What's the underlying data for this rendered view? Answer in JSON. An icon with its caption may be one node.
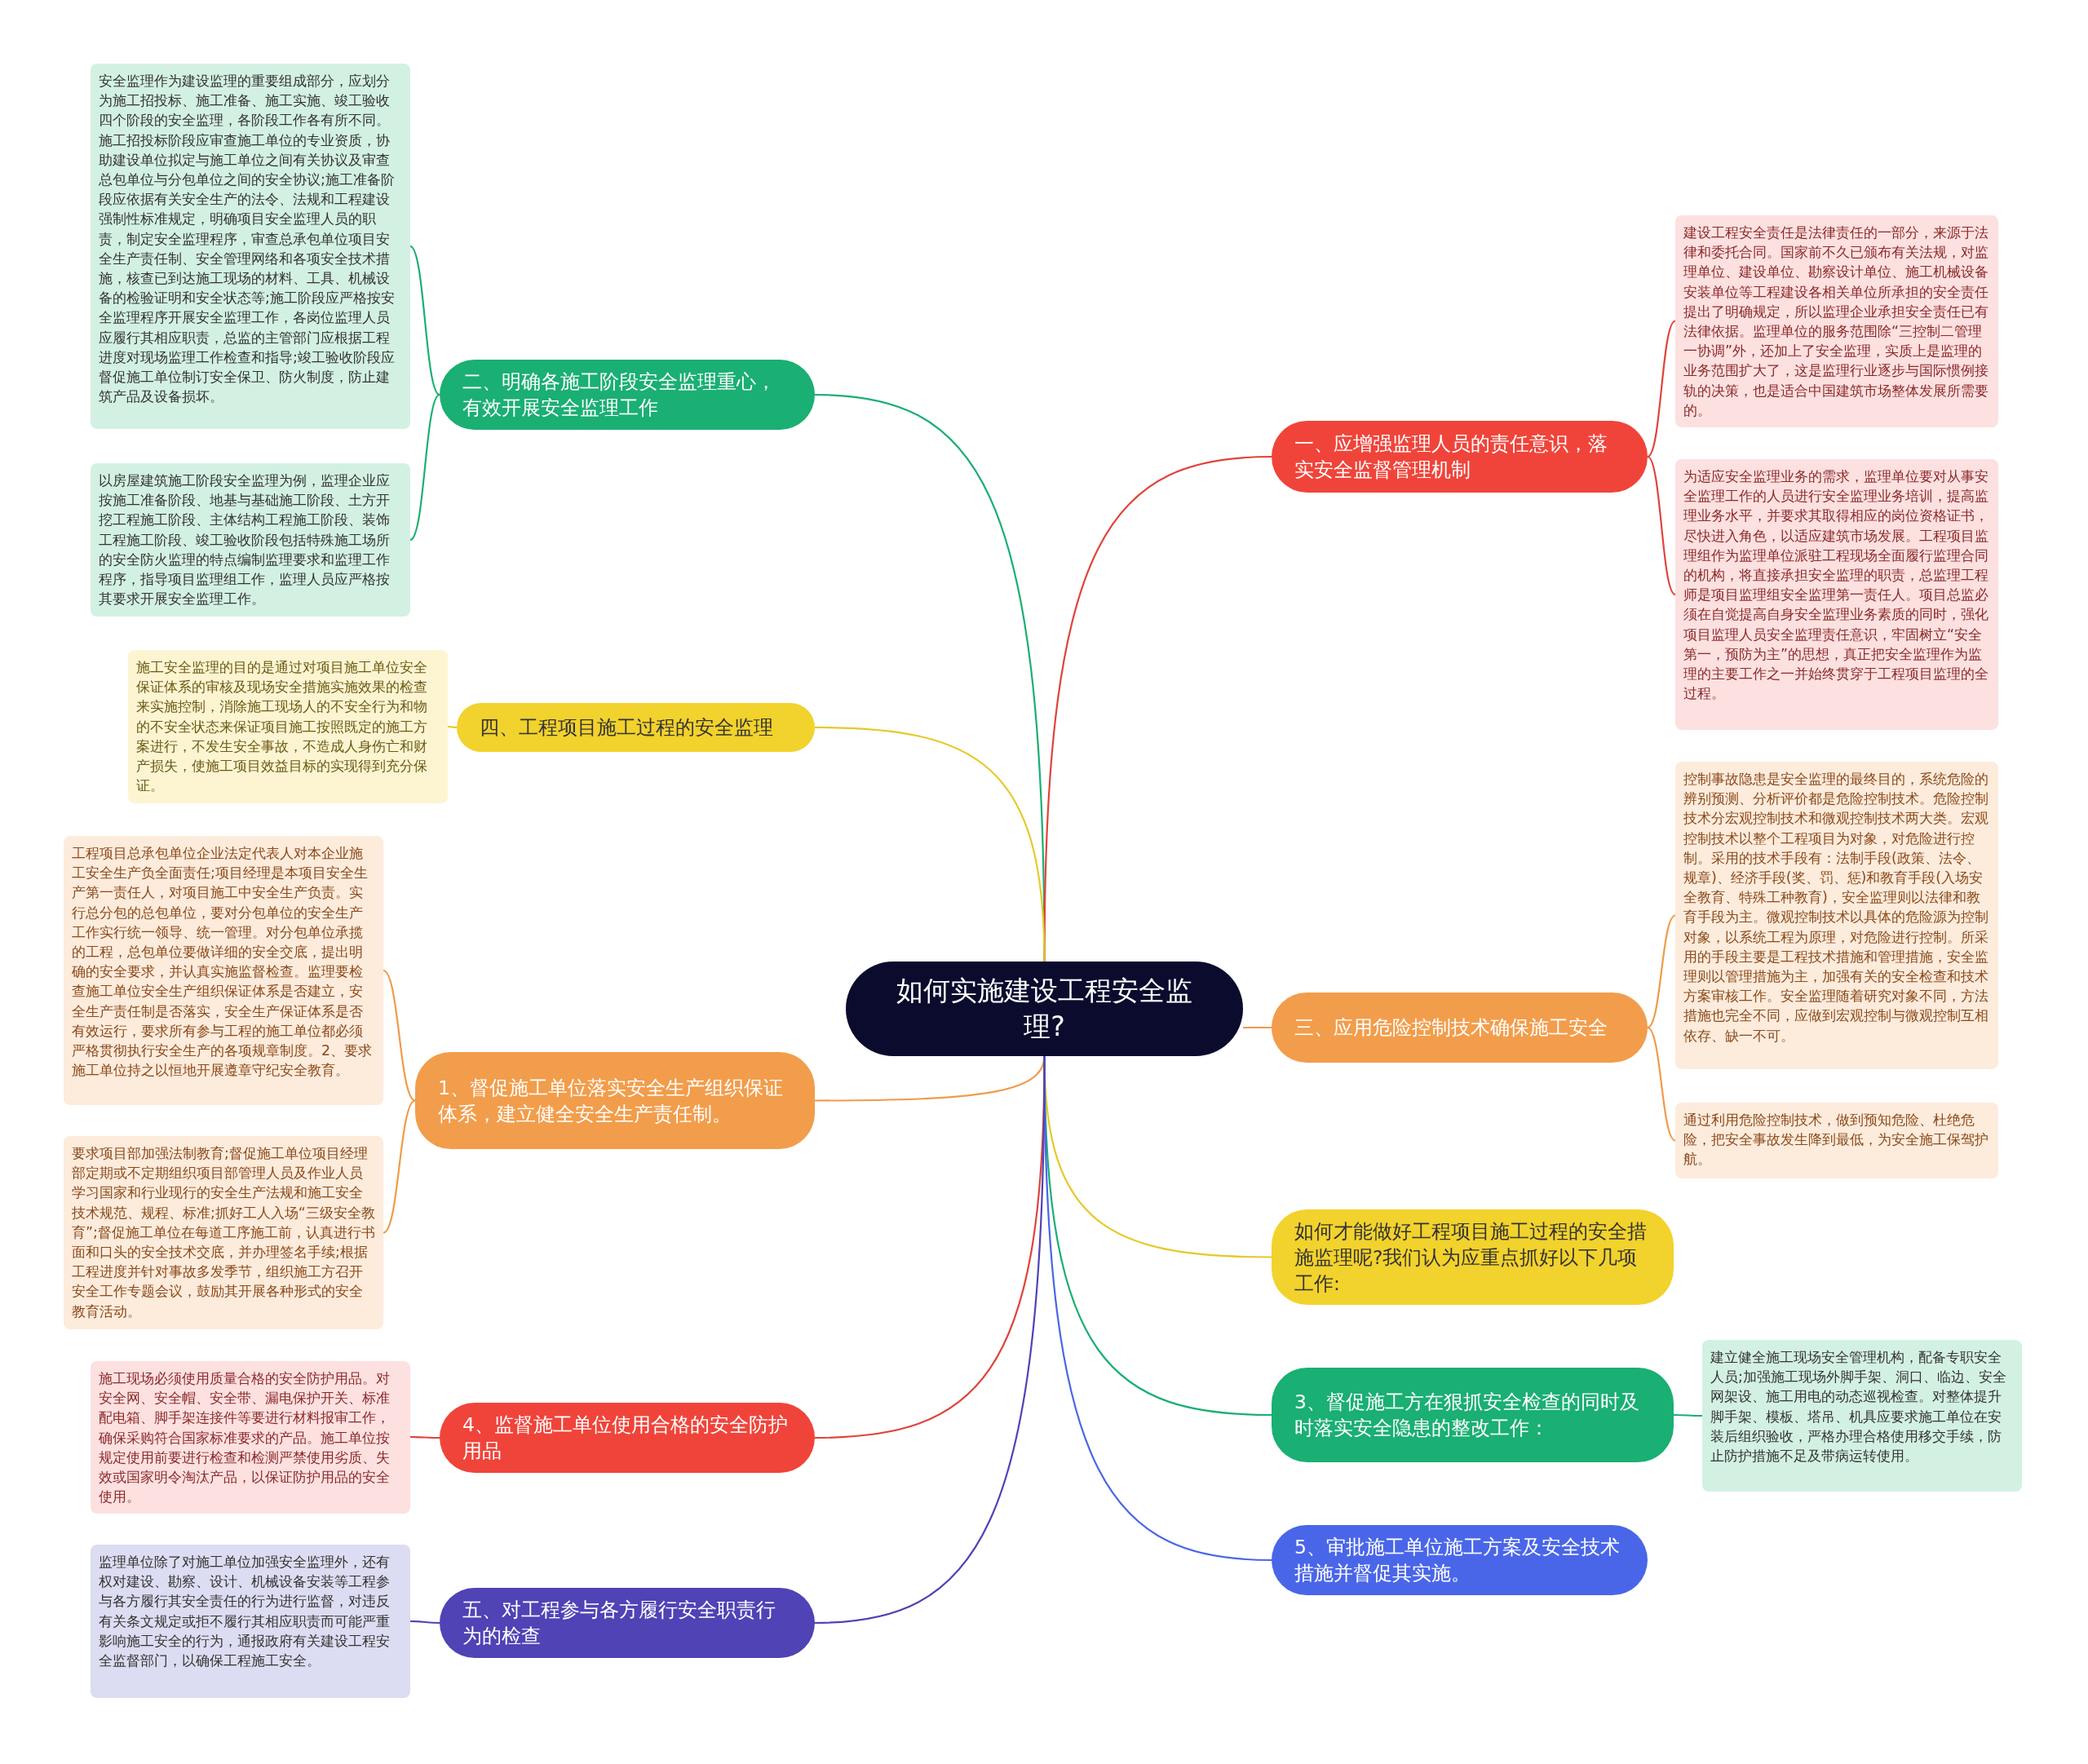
{
  "diagram": {
    "nodes": [
      {
        "text": [
          "如何实施建设工程安全监理?"
        ]
      },
      {
        "text": [
          "二、明确各施工阶段安全监理重心，有效开展安全监理工作"
        ]
      },
      {
        "text": [
          "安全监理作为建设监理的重要组成部分，应划分为施工招投标、施工准备、施工实施、竣工验收四个阶段的安全监理，各阶段工作各有所不同。施工招投标阶段应审查施工单位的专业资质，协助建设单位拟定与施工单位之间有关协议及审查总包单位与分包单位之间的安全协议;施工准备阶段应依据有关安全生产的法令、法规和工程建设强制性标准规定，明确项目安全监理人员的职责，制定安全监理程序，审查总承包单位项目安全生产责任制、安全管理网络和各项安全技术措施，核查已到达施工现场的材料、工具、机械设备的检验证明和安全状态等;施工阶段应严格按安全监理程序开展安全监理工作，各岗位监理人员应履行其相应职责，总监的主管部门应根据工程进度对现场监理工作检查和指导;竣工验收阶段应督促施工单位制订安全保卫、防火制度，防止建筑产品及设备损坏。"
        ]
      },
      {
        "text": [
          "以房屋建筑施工阶段安全监理为例，监理企业应按施工准备阶段、地基与基础施工阶段、土方开挖工程施工阶段、主体结构工程施工阶段、装饰工程施工阶段、竣工验收阶段包括特殊施工场所的安全防火监理的特点编制监理要求和监理工作程序，指导项目监理组工作，监理人员应严格按其要求开展安全监理工作。"
        ]
      },
      {
        "text": [
          "一、应增强监理人员的责任意识，落实安全监督管理机制"
        ]
      },
      {
        "text": [
          "建设工程安全责任是法律责任的一部分，来源于法律和委托合同。国家前不久已颁布有关法规，对监理单位、建设单位、勘察设计单位、施工机械设备安装单位等工程建设各相关单位所承担的安全责任提出了明确规定，所以监理企业承担安全责任已有法律依据。监理单位的服务范围除“三控制二管理一协调”外，还加上了安全监理，实质上是监理的业务范围扩大了，这是监理行业逐步与国际惯例接轨的决策，也是适合中国建筑市场整体发展所需要的。"
        ]
      },
      {
        "text": [
          "为适应安全监理业务的需求，监理单位要对从事安全监理工作的人员进行安全监理业务培训，提高监理业务水平，并要求其取得相应的岗位资格证书，尽快进入角色，以适应建筑市场发展。工程项目监理组作为监理单位派驻工程现场全面履行监理合同的机构，将直接承担安全监理的职责，总监理工程师是项目监理组安全监理第一责任人。项目总监必须在自觉提高自身安全监理业务素质的同时，强化项目监理人员安全监理责任意识，牢固树立“安全第一，预防为主”的思想，真正把安全监理作为监理的主要工作之一并始终贯穿于工程项目监理的全过程。"
        ]
      },
      {
        "text": [
          "四、工程项目施工过程的安全监理"
        ]
      },
      {
        "text": [
          "施工安全监理的目的是通过对项目施工单位安全保证体系的审核及现场安全措施实施效果的检查来实施控制，消除施工现场人的不安全行为和物的不安全状态来保证项目施工按照既定的施工方案进行，不发生安全事故，不造成人身伤亡和财产损失，使施工项目效益目标的实现得到充分保证。"
        ]
      },
      {
        "text": [
          "三、应用危险控制技术确保施工安全"
        ]
      },
      {
        "text": [
          "控制事故隐患是安全监理的最终目的，系统危险的辨别预测、分析评价都是危险控制技术。危险控制技术分宏观控制技术和微观控制技术两大类。宏观控制技术以整个工程项目为对象，对危险进行控制。采用的技术手段有：法制手段(政策、法令、规章)、经济手段(奖、罚、惩)和教育手段(入场安全教育、特殊工种教育)，安全监理则以法律和教育手段为主。微观控制技术以具体的危险源为控制对象，以系统工程为原理，对危险进行控制。所采用的手段主要是工程技术措施和管理措施，安全监理则以管理措施为主，加强有关的安全检查和技术方案审核工作。安全监理随着研究对象不同，方法措施也完全不同，应做到宏观控制与微观控制互相依存、缺一不可。"
        ]
      },
      {
        "text": [
          "通过利用危险控制技术，做到预知危险、杜绝危险，把安全事故发生降到最低，为安全施工保驾护航。"
        ]
      },
      {
        "text": [
          "1、督促施工单位落实安全生产组织保证体系，建立健全安全生产责任制。"
        ]
      },
      {
        "text": [
          "工程项目总承包单位企业法定代表人对本企业施工安全生产负全面责任;项目经理是本项目安全生产第一责任人，对项目施工中安全生产负责。实行总分包的总包单位，要对分包单位的安全生产工作实行统一领导、统一管理。对分包单位承揽的工程，总包单位要做详细的安全交底，提出明确的安全要求，并认真实施监督检查。监理要检查施工单位安全生产组织保证体系是否建立，安全生产责任制是否落实，安全生产保证体系是否有效运行，要求所有参与工程的施工单位都必须严格贯彻执行安全生产的各项规章制度。2、要求施工单位持之以恒地开展遵章守纪安全教育。"
        ]
      },
      {
        "text": [
          "要求项目部加强法制教育;督促施工单位项目经理部定期或不定期组织项目部管理人员及作业人员学习国家和行业现行的安全生产法规和施工安全技术规范、规程、标准;抓好工人入场“三级安全教育”;督促施工单位在每道工序施工前，认真进行书面和口头的安全技术交底，并办理签名手续;根据工程进度并针对事故多发季节，组织施工方召开安全工作专题会议，鼓励其开展各种形式的安全教育活动。"
        ]
      },
      {
        "text": [
          "如何才能做好工程项目施工过程的安全措施监理呢?我们认为应重点抓好以下几项工作:"
        ]
      },
      {
        "text": [
          "3、督促施工方在狠抓安全检查的同时及时落实安全隐患的整改工作："
        ]
      },
      {
        "text": [
          "建立健全施工现场安全管理机构，配备专职安全人员;加强施工现场外脚手架、洞口、临边、安全网架设、施工用电的动态巡视检查。对整体提升脚手架、模板、塔吊、机具应要求施工单位在安装后组织验收，严格办理合格使用移交手续，防止防护措施不足及带病运转使用。"
        ]
      },
      {
        "text": [
          "4、监督施工单位使用合格的安全防护用品"
        ]
      },
      {
        "text": [
          "施工现场必须使用质量合格的安全防护用品。对安全网、安全帽、安全带、漏电保护开关、标准配电箱、脚手架连接件等要进行材料报审工作，确保采购符合国家标准要求的产品。施工单位按规定使用前要进行检查和检测严禁使用劣质、失效或国家明令淘汰产品，以保证防护用品的安全使用。"
        ]
      },
      {
        "text": [
          "5、审批施工单位施工方案及安全技术措施并督促其实施。"
        ]
      },
      {
        "text": [
          "五、对工程参与各方履行安全职责行为的检查"
        ]
      },
      {
        "text": [
          "监理单位除了对施工单位加强安全监理外，还有权对建设、勘察、设计、机械设备安装等工程参与各方履行其安全责任的行为进行监督，对违反有关条文规定或拒不履行其相应职责而可能严重影响施工安全的行为，通报政府有关建设工程安全监督部门，以确保工程施工安全。"
        ]
      }
    ],
    "edges": [
      {
        "from": 0,
        "to": 1,
        "arrow": "none",
        "color": "#1aaf73"
      },
      {
        "from": 1,
        "to": 2,
        "arrow": "none",
        "color": "#1aaf73"
      },
      {
        "from": 1,
        "to": 3,
        "arrow": "none",
        "color": "#1aaf73"
      },
      {
        "from": 0,
        "to": 4,
        "arrow": "none",
        "color": "#e0443a"
      },
      {
        "from": 4,
        "to": 5,
        "arrow": "none",
        "color": "#e0443a"
      },
      {
        "from": 4,
        "to": 6,
        "arrow": "none",
        "color": "#e0443a"
      },
      {
        "from": 0,
        "to": 7,
        "arrow": "none",
        "color": "#e8c82a"
      },
      {
        "from": 7,
        "to": 8,
        "arrow": "none",
        "color": "#e8c82a"
      },
      {
        "from": 0,
        "to": 9,
        "arrow": "none",
        "color": "#ef9c4a"
      },
      {
        "from": 9,
        "to": 10,
        "arrow": "none",
        "color": "#ef9c4a"
      },
      {
        "from": 9,
        "to": 11,
        "arrow": "none",
        "color": "#ef9c4a"
      },
      {
        "from": 0,
        "to": 12,
        "arrow": "none",
        "color": "#ef9c4a"
      },
      {
        "from": 12,
        "to": 13,
        "arrow": "none",
        "color": "#ef9c4a"
      },
      {
        "from": 12,
        "to": 14,
        "arrow": "none",
        "color": "#ef9c4a"
      },
      {
        "from": 0,
        "to": 15,
        "arrow": "none",
        "color": "#e8c82a"
      },
      {
        "from": 0,
        "to": 16,
        "arrow": "none",
        "color": "#1aaf73"
      },
      {
        "from": 16,
        "to": 17,
        "arrow": "none",
        "color": "#1aaf73"
      },
      {
        "from": 0,
        "to": 18,
        "arrow": "none",
        "color": "#e0443a"
      },
      {
        "from": 18,
        "to": 19,
        "arrow": "none",
        "color": "#e0443a"
      },
      {
        "from": 0,
        "to": 20,
        "arrow": "none",
        "color": "#4a66e8"
      },
      {
        "from": 0,
        "to": 21,
        "arrow": "none",
        "color": "#4f43b5"
      },
      {
        "from": 21,
        "to": 22,
        "arrow": "none",
        "color": "#4f43b5"
      }
    ]
  }
}
